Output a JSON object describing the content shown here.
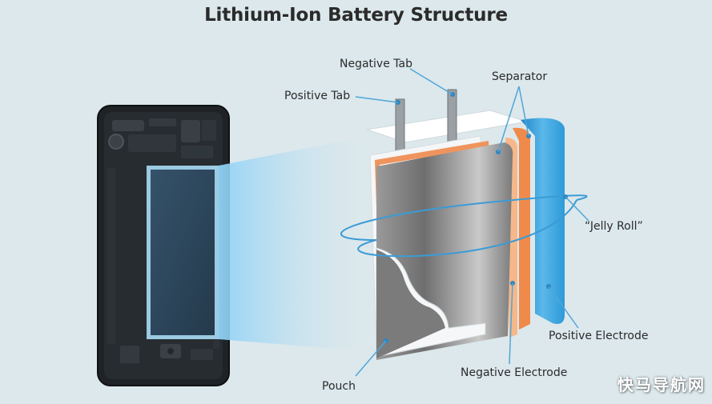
{
  "title": "Lithium-Ion Battery Structure",
  "labels": {
    "negative_tab": "Negative Tab",
    "positive_tab": "Positive Tab",
    "separator": "Separator",
    "jelly_roll": "“Jelly Roll”",
    "positive_electrode": "Positive Electrode",
    "negative_electrode": "Negative Electrode",
    "pouch": "Pouch"
  },
  "watermark": "快马导航网",
  "colors": {
    "background": "#dce8ec",
    "phone_body": "#1f2326",
    "battery_cell": "#2e4659",
    "glow": "#9fd6f5",
    "positive_electrode": "#2f9ad6",
    "separator": "#f08a4b",
    "pouch": "#8a8a8a",
    "leader_line": "#4fa6d8"
  }
}
